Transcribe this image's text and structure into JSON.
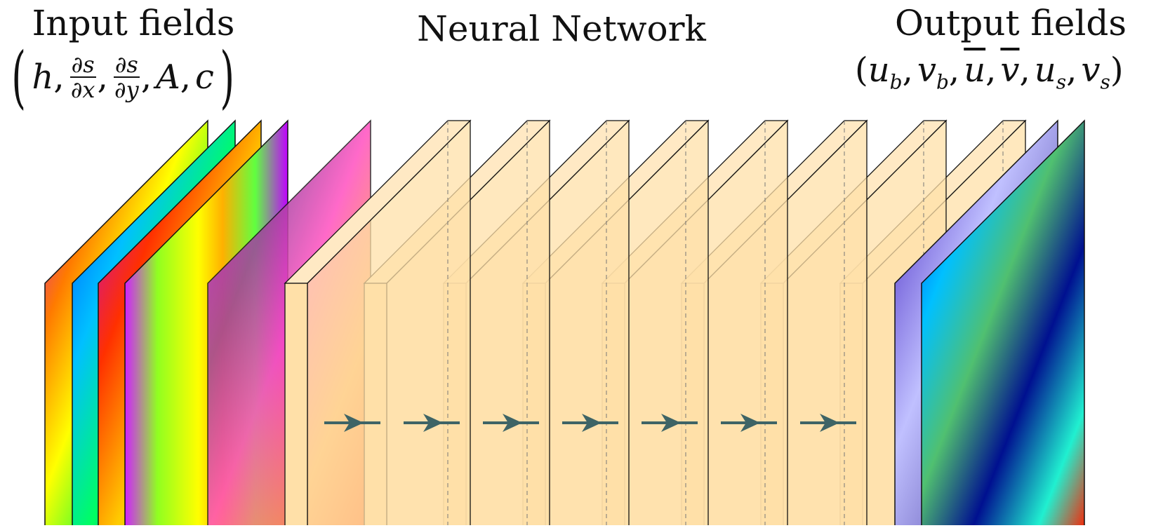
{
  "titles": {
    "input": "Input fields",
    "network": "Neural Network",
    "output": "Output fields"
  },
  "input_vars": {
    "open": "(",
    "h": "h",
    "ds": "∂s",
    "dx": "∂x",
    "dy": "∂y",
    "A": "A",
    "c": "c",
    "close": ")",
    "comma": ","
  },
  "output_vars": {
    "open": "(",
    "u": "u",
    "v": "v",
    "b": "b",
    "s": "s",
    "close": ")",
    "comma": ","
  },
  "colors": {
    "layer_fill": "#FFE0A8",
    "layer_top": "#FFE9C4",
    "layer_stroke": "#111111",
    "arrow": "#3E6466"
  },
  "network": {
    "hidden_layers": 8,
    "arrows": 7
  }
}
